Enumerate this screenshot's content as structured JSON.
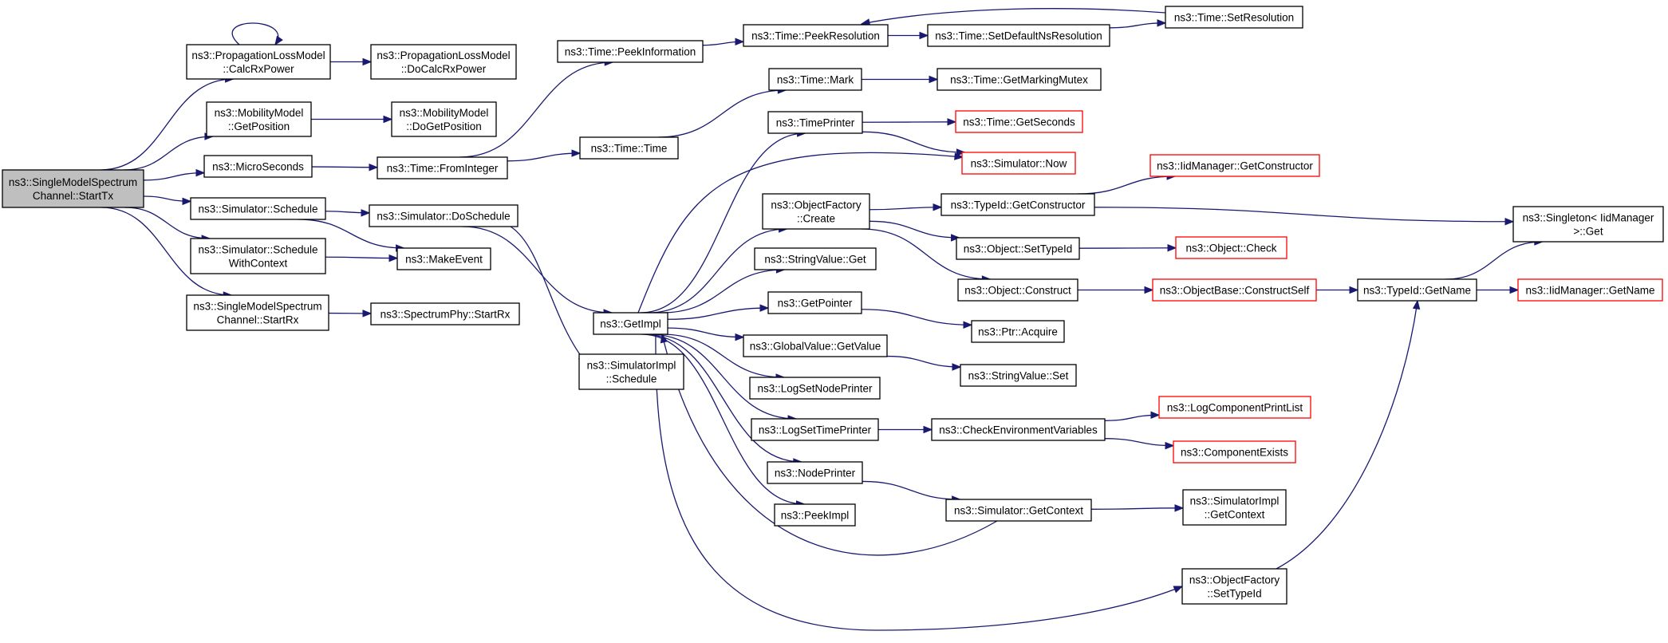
{
  "colors": {
    "edge": "#191970",
    "root_fill": "#bfbfbf",
    "truncated_border": "#ff0000",
    "node_border": "#000000",
    "background": "#ffffff"
  },
  "nodes": [
    {
      "id": "startTx",
      "lines": [
        "ns3::SingleModelSpectrum",
        "Channel::StartTx"
      ],
      "root": true
    },
    {
      "id": "calcRx",
      "lines": [
        "ns3::PropagationLossModel",
        "::CalcRxPower"
      ]
    },
    {
      "id": "doCalcRx",
      "lines": [
        "ns3::PropagationLossModel",
        "::DoCalcRxPower"
      ]
    },
    {
      "id": "getPos",
      "lines": [
        "ns3::MobilityModel",
        "::GetPosition"
      ]
    },
    {
      "id": "doGetPos",
      "lines": [
        "ns3::MobilityModel",
        "::DoGetPosition"
      ]
    },
    {
      "id": "micro",
      "lines": [
        "ns3::MicroSeconds"
      ]
    },
    {
      "id": "fromInt",
      "lines": [
        "ns3::Time::FromInteger"
      ]
    },
    {
      "id": "schedule",
      "lines": [
        "ns3::Simulator::Schedule"
      ]
    },
    {
      "id": "doSchedule",
      "lines": [
        "ns3::Simulator::DoSchedule"
      ]
    },
    {
      "id": "schedCtx",
      "lines": [
        "ns3::Simulator::Schedule",
        "WithContext"
      ]
    },
    {
      "id": "makeEvent",
      "lines": [
        "ns3::MakeEvent"
      ]
    },
    {
      "id": "startRx",
      "lines": [
        "ns3::SingleModelSpectrum",
        "Channel::StartRx"
      ]
    },
    {
      "id": "phyStartRx",
      "lines": [
        "ns3::SpectrumPhy::StartRx"
      ]
    },
    {
      "id": "peekInfo",
      "lines": [
        "ns3::Time::PeekInformation"
      ]
    },
    {
      "id": "time",
      "lines": [
        "ns3::Time::Time"
      ]
    },
    {
      "id": "getImpl",
      "lines": [
        "ns3::GetImpl"
      ]
    },
    {
      "id": "implSchedule",
      "lines": [
        "ns3::SimulatorImpl",
        "::Schedule"
      ]
    },
    {
      "id": "peekRes",
      "lines": [
        "ns3::Time::PeekResolution"
      ]
    },
    {
      "id": "mark",
      "lines": [
        "ns3::Time::Mark"
      ]
    },
    {
      "id": "timePrinter",
      "lines": [
        "ns3::TimePrinter"
      ]
    },
    {
      "id": "ofCreate",
      "lines": [
        "ns3::ObjectFactory",
        "::Create"
      ]
    },
    {
      "id": "svGet",
      "lines": [
        "ns3::StringValue::Get"
      ]
    },
    {
      "id": "getPointer",
      "lines": [
        "ns3::GetPointer"
      ]
    },
    {
      "id": "gvGetValue",
      "lines": [
        "ns3::GlobalValue::GetValue"
      ]
    },
    {
      "id": "logNode",
      "lines": [
        "ns3::LogSetNodePrinter"
      ]
    },
    {
      "id": "logTime",
      "lines": [
        "ns3::LogSetTimePrinter"
      ]
    },
    {
      "id": "nodePrinter",
      "lines": [
        "ns3::NodePrinter"
      ]
    },
    {
      "id": "peekImpl",
      "lines": [
        "ns3::PeekImpl"
      ]
    },
    {
      "id": "setDefNs",
      "lines": [
        "ns3::Time::SetDefaultNsResolution"
      ]
    },
    {
      "id": "setRes",
      "lines": [
        "ns3::Time::SetResolution"
      ]
    },
    {
      "id": "getMarking",
      "lines": [
        "ns3::Time::GetMarkingMutex"
      ]
    },
    {
      "id": "getSeconds",
      "lines": [
        "ns3::Time::GetSeconds"
      ],
      "truncated": true
    },
    {
      "id": "simNow",
      "lines": [
        "ns3::Simulator::Now"
      ],
      "truncated": true
    },
    {
      "id": "tidGetCons",
      "lines": [
        "ns3::TypeId::GetConstructor"
      ]
    },
    {
      "id": "objSetTid",
      "lines": [
        "ns3::Object::SetTypeId"
      ]
    },
    {
      "id": "objConstruct",
      "lines": [
        "ns3::Object::Construct"
      ]
    },
    {
      "id": "ptrAcquire",
      "lines": [
        "ns3::Ptr::Acquire"
      ]
    },
    {
      "id": "svSet",
      "lines": [
        "ns3::StringValue::Set"
      ]
    },
    {
      "id": "checkEnv",
      "lines": [
        "ns3::CheckEnvironmentVariables"
      ]
    },
    {
      "id": "simGetCtx",
      "lines": [
        "ns3::Simulator::GetContext"
      ]
    },
    {
      "id": "ofSetTid",
      "lines": [
        "ns3::ObjectFactory",
        "::SetTypeId"
      ]
    },
    {
      "id": "iidGetCons",
      "lines": [
        "ns3::IidManager::GetConstructor"
      ],
      "truncated": true
    },
    {
      "id": "objCheck",
      "lines": [
        "ns3::Object::Check"
      ],
      "truncated": true
    },
    {
      "id": "constructSelf",
      "lines": [
        "ns3::ObjectBase::ConstructSelf"
      ],
      "truncated": true
    },
    {
      "id": "logCompPrint",
      "lines": [
        "ns3::LogComponentPrintList"
      ],
      "truncated": true
    },
    {
      "id": "compExists",
      "lines": [
        "ns3::ComponentExists"
      ],
      "truncated": true
    },
    {
      "id": "implGetCtx",
      "lines": [
        "ns3::SimulatorImpl",
        "::GetContext"
      ]
    },
    {
      "id": "tidGetName",
      "lines": [
        "ns3::TypeId::GetName"
      ]
    },
    {
      "id": "singletonGet",
      "lines": [
        "ns3::Singleton< IidManager",
        " >::Get"
      ]
    },
    {
      "id": "iidGetName",
      "lines": [
        "ns3::IidManager::GetName"
      ],
      "truncated": true
    }
  ],
  "edges": [
    [
      "startTx",
      "calcRx"
    ],
    [
      "startTx",
      "getPos"
    ],
    [
      "startTx",
      "micro"
    ],
    [
      "startTx",
      "schedule"
    ],
    [
      "startTx",
      "schedCtx"
    ],
    [
      "startTx",
      "startRx"
    ],
    [
      "calcRx",
      "calcRx"
    ],
    [
      "calcRx",
      "doCalcRx"
    ],
    [
      "getPos",
      "doGetPos"
    ],
    [
      "micro",
      "fromInt"
    ],
    [
      "fromInt",
      "peekInfo"
    ],
    [
      "fromInt",
      "time"
    ],
    [
      "peekInfo",
      "peekRes"
    ],
    [
      "peekRes",
      "setDefNs"
    ],
    [
      "setDefNs",
      "setRes"
    ],
    [
      "setRes",
      "peekRes"
    ],
    [
      "time",
      "mark"
    ],
    [
      "mark",
      "getMarking"
    ],
    [
      "schedule",
      "doSchedule"
    ],
    [
      "schedule",
      "makeEvent"
    ],
    [
      "schedCtx",
      "makeEvent"
    ],
    [
      "startRx",
      "phyStartRx"
    ],
    [
      "doSchedule",
      "getImpl"
    ],
    [
      "doSchedule",
      "implSchedule"
    ],
    [
      "getImpl",
      "timePrinter"
    ],
    [
      "getImpl",
      "simNow"
    ],
    [
      "getImpl",
      "ofCreate"
    ],
    [
      "getImpl",
      "svGet"
    ],
    [
      "getImpl",
      "getPointer"
    ],
    [
      "getImpl",
      "gvGetValue"
    ],
    [
      "getImpl",
      "logNode"
    ],
    [
      "getImpl",
      "logTime"
    ],
    [
      "getImpl",
      "nodePrinter"
    ],
    [
      "getImpl",
      "peekImpl"
    ],
    [
      "getImpl",
      "ofSetTid"
    ],
    [
      "timePrinter",
      "getSeconds"
    ],
    [
      "timePrinter",
      "simNow"
    ],
    [
      "ofCreate",
      "tidGetCons"
    ],
    [
      "ofCreate",
      "objSetTid"
    ],
    [
      "ofCreate",
      "objConstruct"
    ],
    [
      "tidGetCons",
      "iidGetCons"
    ],
    [
      "tidGetCons",
      "singletonGet"
    ],
    [
      "objSetTid",
      "objCheck"
    ],
    [
      "objConstruct",
      "constructSelf"
    ],
    [
      "constructSelf",
      "tidGetName"
    ],
    [
      "tidGetName",
      "singletonGet"
    ],
    [
      "tidGetName",
      "iidGetName"
    ],
    [
      "getPointer",
      "ptrAcquire"
    ],
    [
      "gvGetValue",
      "svSet"
    ],
    [
      "logTime",
      "checkEnv"
    ],
    [
      "checkEnv",
      "logCompPrint"
    ],
    [
      "checkEnv",
      "compExists"
    ],
    [
      "nodePrinter",
      "simGetCtx"
    ],
    [
      "simGetCtx",
      "implGetCtx"
    ],
    [
      "simGetCtx",
      "getImpl"
    ],
    [
      "ofSetTid",
      "tidGetName"
    ]
  ]
}
